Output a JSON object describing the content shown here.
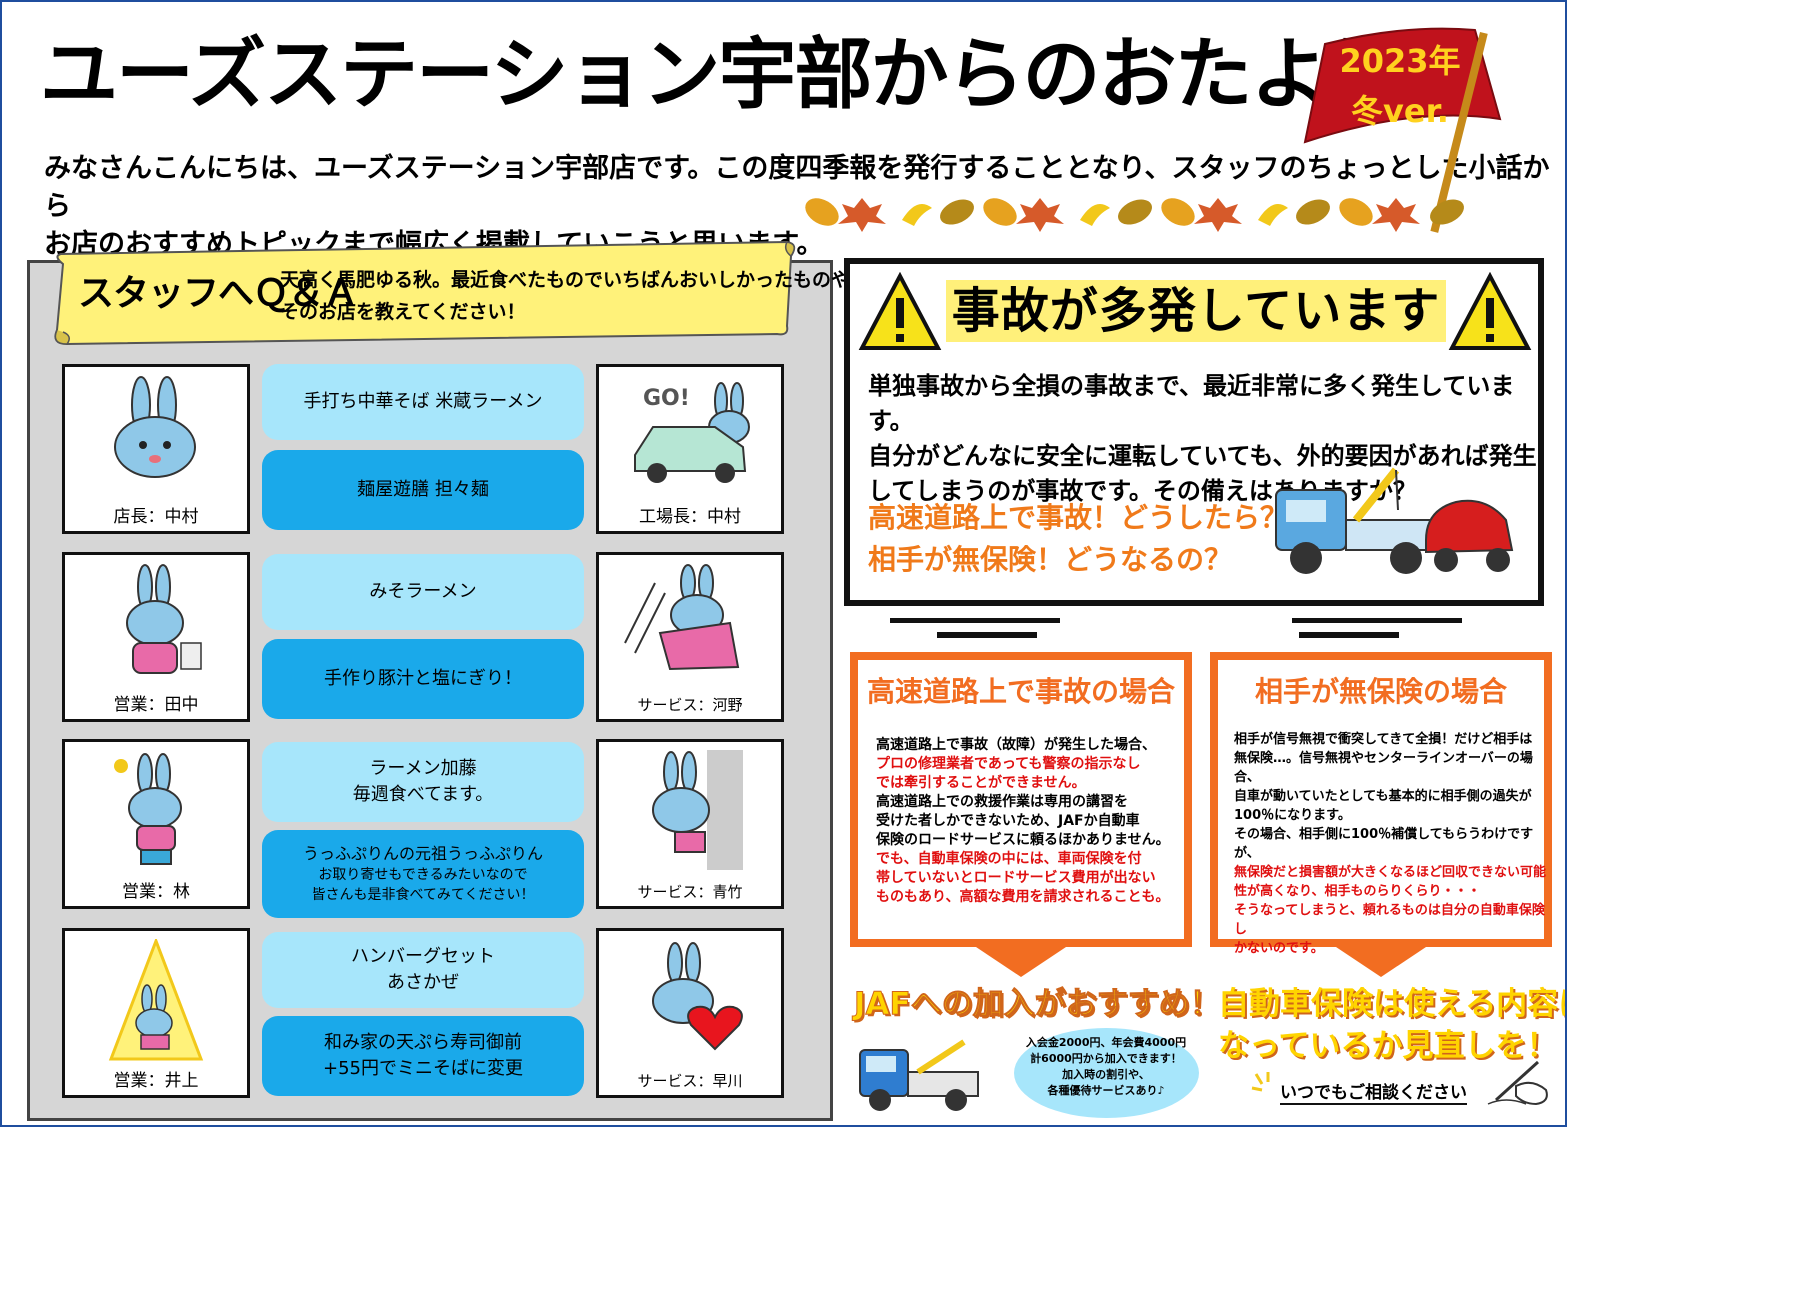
{
  "header": {
    "title": "ユーズステーション宇部からのおたより",
    "intro_line1": "みなさんこんにちは、ユーズステーション宇部店です。この度四季報を発行することとなり、スタッフのちょっとした小話から",
    "intro_line2": "お店のおすすめトピックまで幅広く掲載していこうと思います。",
    "flag_year": "2023年",
    "flag_ver": "冬ver."
  },
  "qa": {
    "heading": "スタッフへＱ＆Ａ",
    "question_line1": "天高く馬肥ゆる秋。最近食べたものでいちばんおいしかったものや、",
    "question_line2": "そのお店を教えてください！",
    "rows": [
      {
        "left_caption": "店長：中村",
        "right_caption": "工場長：中村",
        "answer_top": [
          "手打ち中華そば 米蔵ラーメン"
        ],
        "answer_bottom": [
          "麺屋遊膳 担々麺"
        ]
      },
      {
        "left_caption": "営業：田中",
        "right_caption": "サービス：河野",
        "answer_top": [
          "みそラーメン"
        ],
        "answer_bottom": [
          "手作り豚汁と塩にぎり！"
        ]
      },
      {
        "left_caption": "営業：林",
        "right_caption": "サービス：青竹",
        "answer_top": [
          "ラーメン加藤",
          "毎週食べてます。"
        ],
        "answer_bottom_main": "うっふぷりんの元祖うっふぷりん",
        "answer_bottom_sub1": "お取り寄せもできるみたいなので",
        "answer_bottom_sub2": "皆さんも是非食べてみてください！"
      },
      {
        "left_caption": "営業：井上",
        "right_caption": "サービス：早川",
        "answer_top": [
          "ハンバーグセット",
          "あさかぜ"
        ],
        "answer_bottom": [
          "和み家の天ぷら寿司御前",
          "+55円でミニそばに変更"
        ]
      }
    ]
  },
  "accident": {
    "title": "事故が多発しています",
    "body_line1": "単独事故から全損の事故まで、最近非常に多く発生しています。",
    "body_line2": "自分がどんなに安全に運転していても、外的要因があれば発生",
    "body_line3": "してしまうのが事故です。その備えはありますか？",
    "q1": "高速道路上で事故！どうしたら？",
    "q2": "相手が無保険！どうなるの？"
  },
  "highway_box": {
    "heading": "高速道路上で事故の場合",
    "l1": "高速道路上で事故（故障）が発生した場合、",
    "l2_red": "プロの修理業者であっても警察の指示なし",
    "l3_red": "では牽引することができません。",
    "l4": "高速道路上での救援作業は専用の講習を",
    "l5": "受けた者しかできないため、JAFか自動車",
    "l6": "保険のロードサービスに頼るほかありません。",
    "l7_red": "でも、自動車保険の中には、車両保険を付",
    "l8_red": "帯していないとロードサービス費用が出ない",
    "l9_red": "ものもあり、高額な費用を請求されることも。"
  },
  "uninsured_box": {
    "heading": "相手が無保険の場合",
    "l1": "相手が信号無視で衝突してきて全損！だけど相手は",
    "l2": "無保険…。信号無視やセンターラインオーバーの場合、",
    "l3": "自車が動いていたとしても基本的に相手側の過失が",
    "l4": "100％になります。",
    "l5": "その場合、相手側に100％補償してもらうわけですが、",
    "l6_red": "無保険だと損害額が大きくなるほど回収できない可能",
    "l7_red": "性が高くなり、相手ものらりくらり・・・",
    "l8_red": "そうなってしまうと、頼れるものは自分の自動車保険し",
    "l9_red": "かないのです。"
  },
  "jaf": {
    "headline": "JAFへの加入がおすすめ！",
    "cloud_l1": "入会金2000円、年会費4000円",
    "cloud_l2": "計6000円から加入できます！",
    "cloud_l3": "加入時の割引や、",
    "cloud_l4": "各種優待サービスあり♪"
  },
  "insurance": {
    "headline1": "自動車保険は使える内容に",
    "headline2": "なっているか見直しを！",
    "consult": "いつでもご相談ください"
  },
  "colors": {
    "orange": "#f26d21",
    "flag_red": "#c0121c",
    "bubble_light": "#a7e6fb",
    "bubble_dark": "#1aa9ea",
    "banner_yellow": "#fff27a"
  }
}
